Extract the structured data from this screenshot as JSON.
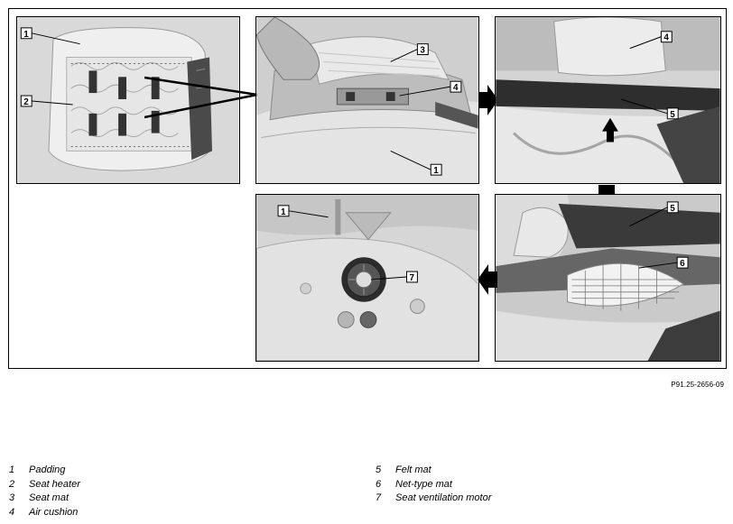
{
  "figure": {
    "reference_code": "P91.25-2656-09",
    "callouts": {
      "panel_top_left": [
        "1",
        "2"
      ],
      "panel_top_middle": [
        "3",
        "4",
        "1"
      ],
      "panel_top_right": [
        "4",
        "5"
      ],
      "panel_bottom_middle": [
        "1",
        "7"
      ],
      "panel_bottom_right": [
        "5",
        "6"
      ]
    }
  },
  "legend": {
    "left": [
      {
        "num": "1",
        "label": "Padding"
      },
      {
        "num": "2",
        "label": "Seat heater"
      },
      {
        "num": "3",
        "label": "Seat mat"
      },
      {
        "num": "4",
        "label": "Air cushion"
      }
    ],
    "right": [
      {
        "num": "5",
        "label": "Felt mat"
      },
      {
        "num": "6",
        "label": "Net-type mat"
      },
      {
        "num": "7",
        "label": "Seat ventilation motor"
      }
    ]
  }
}
